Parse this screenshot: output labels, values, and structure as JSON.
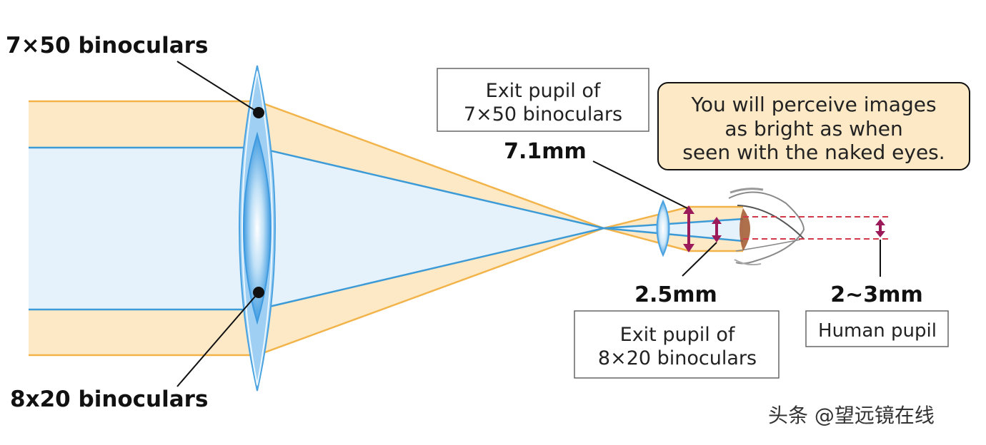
{
  "labels": {
    "binoculars_7x50": "7×50 binoculars",
    "binoculars_8x20": "8x20 binoculars",
    "exit_pupil_7x50": [
      "Exit pupil of",
      "7×50 binoculars"
    ],
    "exit_pupil_8x20": [
      "Exit pupil of",
      "8×20 binoculars"
    ],
    "perceive_note": [
      "You will perceive images",
      "as bright as when",
      "seen with the naked eyes."
    ],
    "exit_pupil_7x50_size": "7.1mm",
    "exit_pupil_8x20_size": "2.5mm",
    "human_pupil_size": "2∼3mm",
    "human_pupil": "Human pupil"
  },
  "watermark": "头条 @望远镜在线",
  "colors": {
    "beam_orange": "#fde9c6",
    "beam_orange_edge": "#f2b44a",
    "beam_blue": "#e6f2fb",
    "beam_blue_edge": "#3c9ad6",
    "lens_blue": "#4aa3e0",
    "lens_light": "#cfe8fa",
    "pupil_marker": "#9b1b5a",
    "note_bg": "#fde9c6",
    "dashed_red": "#d23a4a"
  }
}
